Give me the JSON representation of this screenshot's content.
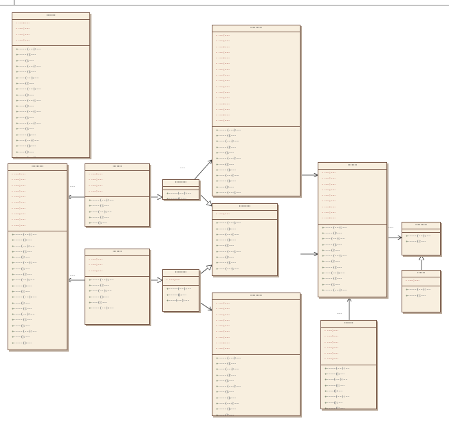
{
  "diagram": {
    "classes": [
      {
        "id": "c1",
        "name": "·······",
        "attributes": [
          "·····:·····",
          "·····:·····",
          "·····:·····",
          "·····:·····"
        ],
        "operations": [
          "·········(·····):·····",
          "·········():·····",
          "·······():·····",
          "·········(·····):·····",
          "·········():·····",
          "·······(·····):·····",
          "·······():·····",
          "·········(·····):·····",
          "·······():·····",
          "·········(·····):·····",
          "·······():·····",
          "·········(·····):·····",
          "·······():·····",
          "·········(·····):·····",
          "·······():·····",
          "·········():·····",
          "·······(·····):·····",
          "·········():·····",
          "·······():·····",
          "·········(·····):·····"
        ]
      },
      {
        "id": "c2",
        "name": "·········",
        "attributes": [
          "·····:·····",
          "·····:·····",
          "·····:·····",
          "·····:·····",
          "·····:·····",
          "·····:·····",
          "·····:·····",
          "·····:·····",
          "·····:·····",
          "·····:·····",
          "·····:·····",
          "·····:·····",
          "·····:·····",
          "·····:·····",
          "·····:·····",
          "·····:·····"
        ],
        "operations": [
          "·········(·····):·····",
          "·········():·····",
          "·······(·····):·····",
          "·········():·····",
          "·······():·····",
          "·········(·····):·····",
          "·······():·····",
          "·········():·····",
          "·······(·····):·····",
          "·········():·····",
          "·······():·····",
          "·········(·····):·····",
          "·······():·····",
          "·········():·····"
        ]
      },
      {
        "id": "c3",
        "name": "·········",
        "attributes": [
          "·····:·····",
          "·····:·····",
          "·····:·····",
          "·····:·····",
          "·····:·····",
          "·····:·····",
          "·····:·····",
          "·····:·····",
          "·····:·····",
          "·····:·····"
        ],
        "operations": [
          "·········(·····):·····",
          "·········():·····",
          "·······(·····):·····",
          "·········():·····",
          "·······():·····",
          "·········(·····):·····",
          "·······():·····",
          "·········():·····",
          "·······(·····):·····",
          "·········():·····",
          "·······():·····",
          "·········(·····):·····",
          "·······():·····",
          "·········():·····",
          "·······(·····):·····",
          "·········():·····",
          "·······():·····",
          "·········(·····):·····",
          "·······():·····",
          "·········():·····"
        ]
      },
      {
        "id": "c4",
        "name": "·······",
        "attributes": [
          "·····:·····",
          "·····:·····",
          "·····:·····",
          "·····:·····"
        ],
        "operations": [
          "·········(·····):·····",
          "·········():·····",
          "·······(·····):·····",
          "·········():·····",
          "·······():·····"
        ]
      },
      {
        "id": "c5",
        "name": "·······",
        "attributes": [
          "·····:·····",
          "·····:·····",
          "·····:·····"
        ],
        "operations": [
          "·········(·····):·····",
          "·········():·····",
          "·······(·····):·····",
          "·········():·····",
          "·······():·····",
          "·········(·····):·····"
        ]
      },
      {
        "id": "c6",
        "name": "·········",
        "attributes": [],
        "operations": [
          "·········(·····):·····",
          "·········():·····"
        ]
      },
      {
        "id": "c7",
        "name": "·········",
        "attributes": [
          "·····:·····"
        ],
        "operations": [
          "·········(·····):·····",
          "·········():·····",
          "·······(·····):·····",
          "·········():·····",
          "·······():·····",
          "·········(·····):·····",
          "·······():·····",
          "·········():·····",
          "·······(·····):·····"
        ]
      },
      {
        "id": "c8",
        "name": "·········",
        "attributes": [
          "·····:·····"
        ],
        "operations": [
          "·········(·····):·····",
          "·········():·····",
          "·······(·····):·····"
        ]
      },
      {
        "id": "c9",
        "name": "·········",
        "attributes": [
          "·····:·····",
          "·····:·····",
          "·····:·····",
          "·····:·····",
          "·····:·····",
          "·····:·····",
          "·····:·····",
          "·····:·····",
          "·····:·····"
        ],
        "operations": [
          "·········(·····):·····",
          "·········():·····",
          "·······(·····):·····",
          "·········():·····",
          "·······():·····",
          "·········(·····):·····",
          "·······():·····",
          "·········():·····",
          "·······(·····):·····",
          "·········():·····",
          "·······():·····"
        ]
      },
      {
        "id": "c10",
        "name": "·······",
        "attributes": [
          "·····:·····",
          "·····:·····",
          "·····:·····",
          "·····:·····",
          "·····:·····",
          "·····:·····",
          "·····:·····",
          "·····:·····",
          "·····:·····"
        ],
        "operations": [
          "·········(·····):·····",
          "·········():·····",
          "·······(·····):·····",
          "·········():·····",
          "·······():·····",
          "·········(·····):·····",
          "·······():·····",
          "·········():·····",
          "·······(·····):·····",
          "·········():·····",
          "·······():·····",
          "·········(·····):·····"
        ]
      },
      {
        "id": "c11",
        "name": "·········",
        "attributes": [],
        "operations": [
          "·········(·····):·····",
          "·········():·····"
        ]
      },
      {
        "id": "c12",
        "name": "······",
        "attributes": [
          "·····:·····"
        ],
        "operations": [
          "·········(·····):·····",
          "·········():·····"
        ]
      },
      {
        "id": "c13",
        "name": "·······",
        "attributes": [
          "·····:·····",
          "·····:·····",
          "·····:·····",
          "·····:·····",
          "·····:·····",
          "·····:·····"
        ],
        "operations": [
          "·········(·····):·····",
          "·········():·····",
          "·······(·····):·····",
          "·········():·····",
          "·······():·····",
          "·········(·····):·····",
          "·······():·····",
          "·········():·····"
        ]
      }
    ],
    "link_labels": [
      "·····",
      "·····",
      "·····",
      "·····",
      "·····",
      "·····",
      "·····"
    ]
  }
}
